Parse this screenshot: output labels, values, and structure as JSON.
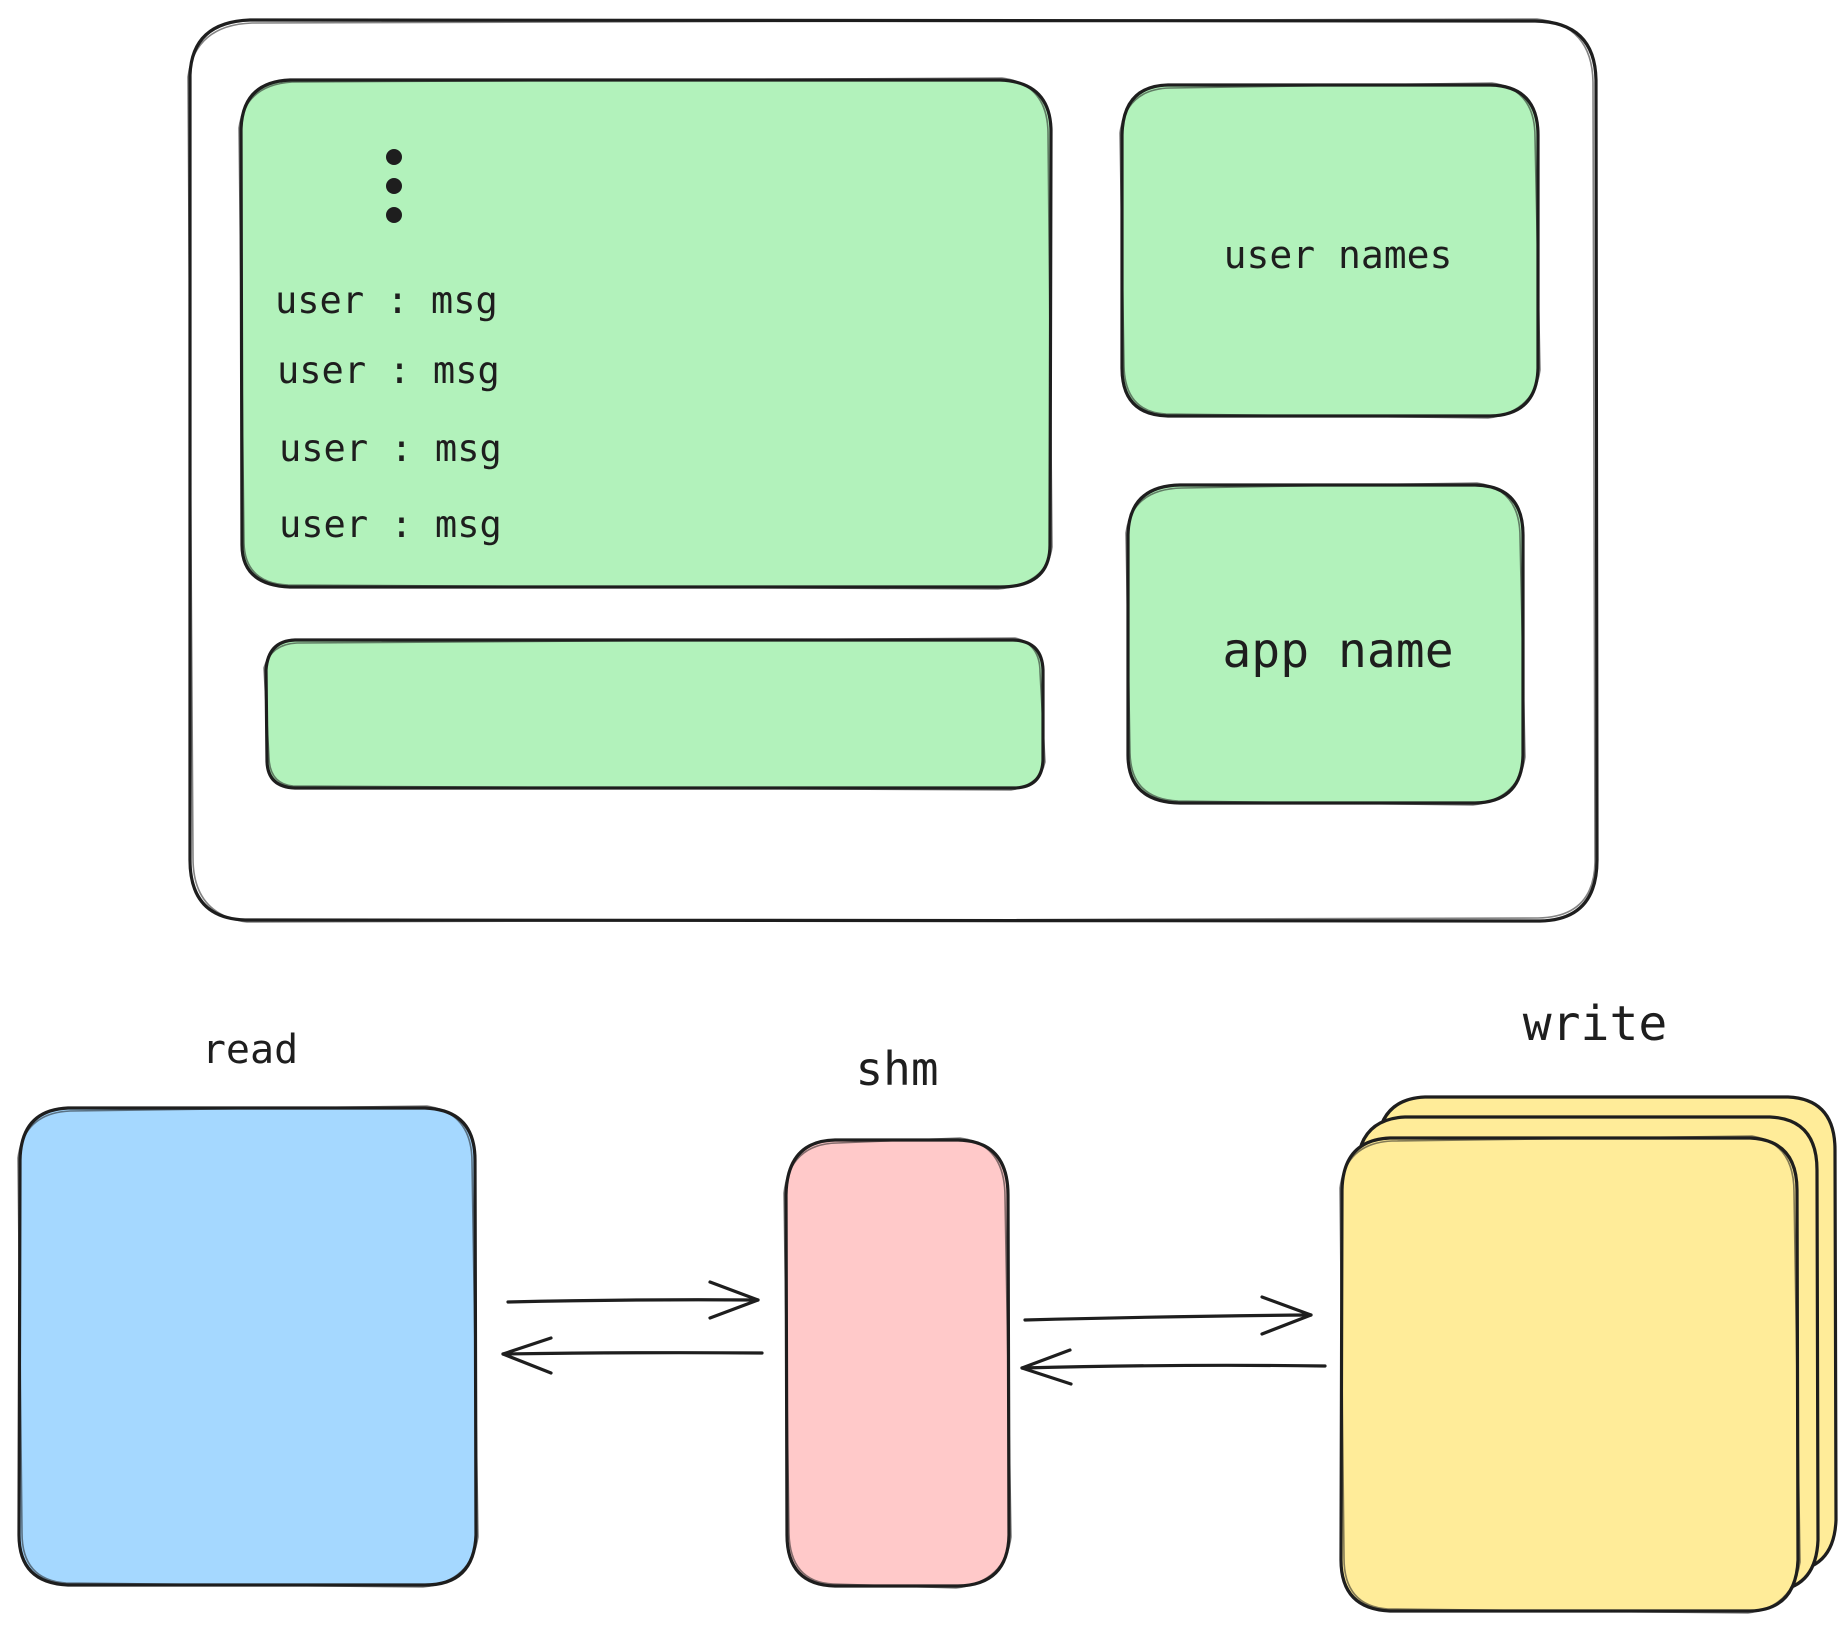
{
  "ui_mockup": {
    "messages": [
      {
        "user": "user",
        "separator": ":",
        "msg": "msg"
      },
      {
        "user": "user",
        "separator": ":",
        "msg": "msg"
      },
      {
        "user": "user",
        "separator": ":",
        "msg": "msg"
      },
      {
        "user": "user",
        "separator": ":",
        "msg": "msg"
      }
    ],
    "message_lines": [
      "user : msg",
      "user : msg",
      "user : msg",
      "user : msg"
    ],
    "user_names_label": "user names",
    "app_name_label": "app name"
  },
  "architecture": {
    "read_label": "read",
    "shm_label": "shm",
    "write_label": "write"
  },
  "colors": {
    "panel_green": "#b2f2bb",
    "read_blue": "#a5d8ff",
    "shm_pink": "#ffc9c9",
    "write_yellow": "#ffec99",
    "stroke": "#1e1e1e"
  }
}
